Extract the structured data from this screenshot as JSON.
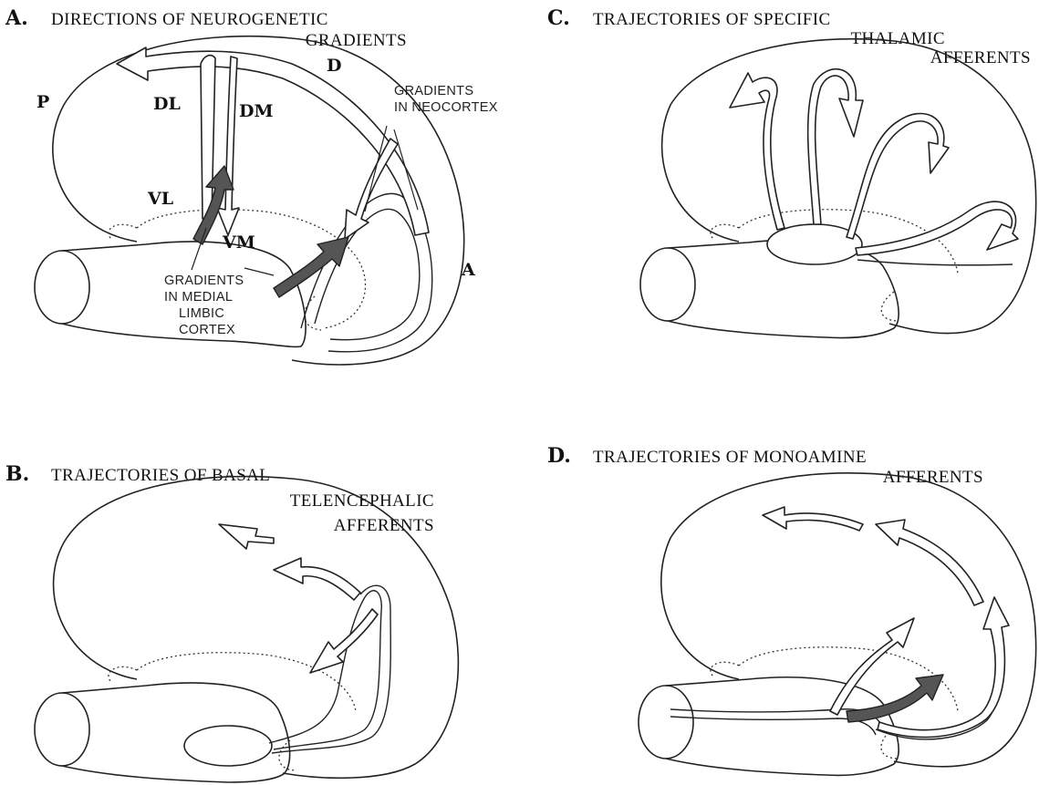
{
  "panels": {
    "a": {
      "letter": "A.",
      "title_line1": "DIRECTIONS OF NEUROGENETIC",
      "title_line2": "GRADIENTS",
      "labels": {
        "p": "P",
        "d": "D",
        "dl": "DL",
        "dm": "DM",
        "vl": "VL",
        "vm": "VM",
        "a": "A"
      },
      "neocortex_note": [
        "GRADIENTS",
        "IN NEOCORTEX"
      ],
      "limbic_note": [
        "GRADIENTS",
        "IN MEDIAL",
        "LIMBIC",
        "CORTEX"
      ]
    },
    "b": {
      "letter": "B.",
      "title_line1": "TRAJECTORIES OF BASAL",
      "title_line2": "TELENCEPHALIC",
      "title_line3": "AFFERENTS"
    },
    "c": {
      "letter": "C.",
      "title_line1": "TRAJECTORIES OF SPECIFIC",
      "title_line2": "THALAMIC",
      "title_line3": "AFFERENTS"
    },
    "d": {
      "letter": "D.",
      "title_line1": "TRAJECTORIES OF MONOAMINE",
      "title_line2": "AFFERENTS"
    }
  },
  "colors": {
    "ink": "#222222",
    "dark_arrow": "#555555",
    "background": "#ffffff"
  }
}
